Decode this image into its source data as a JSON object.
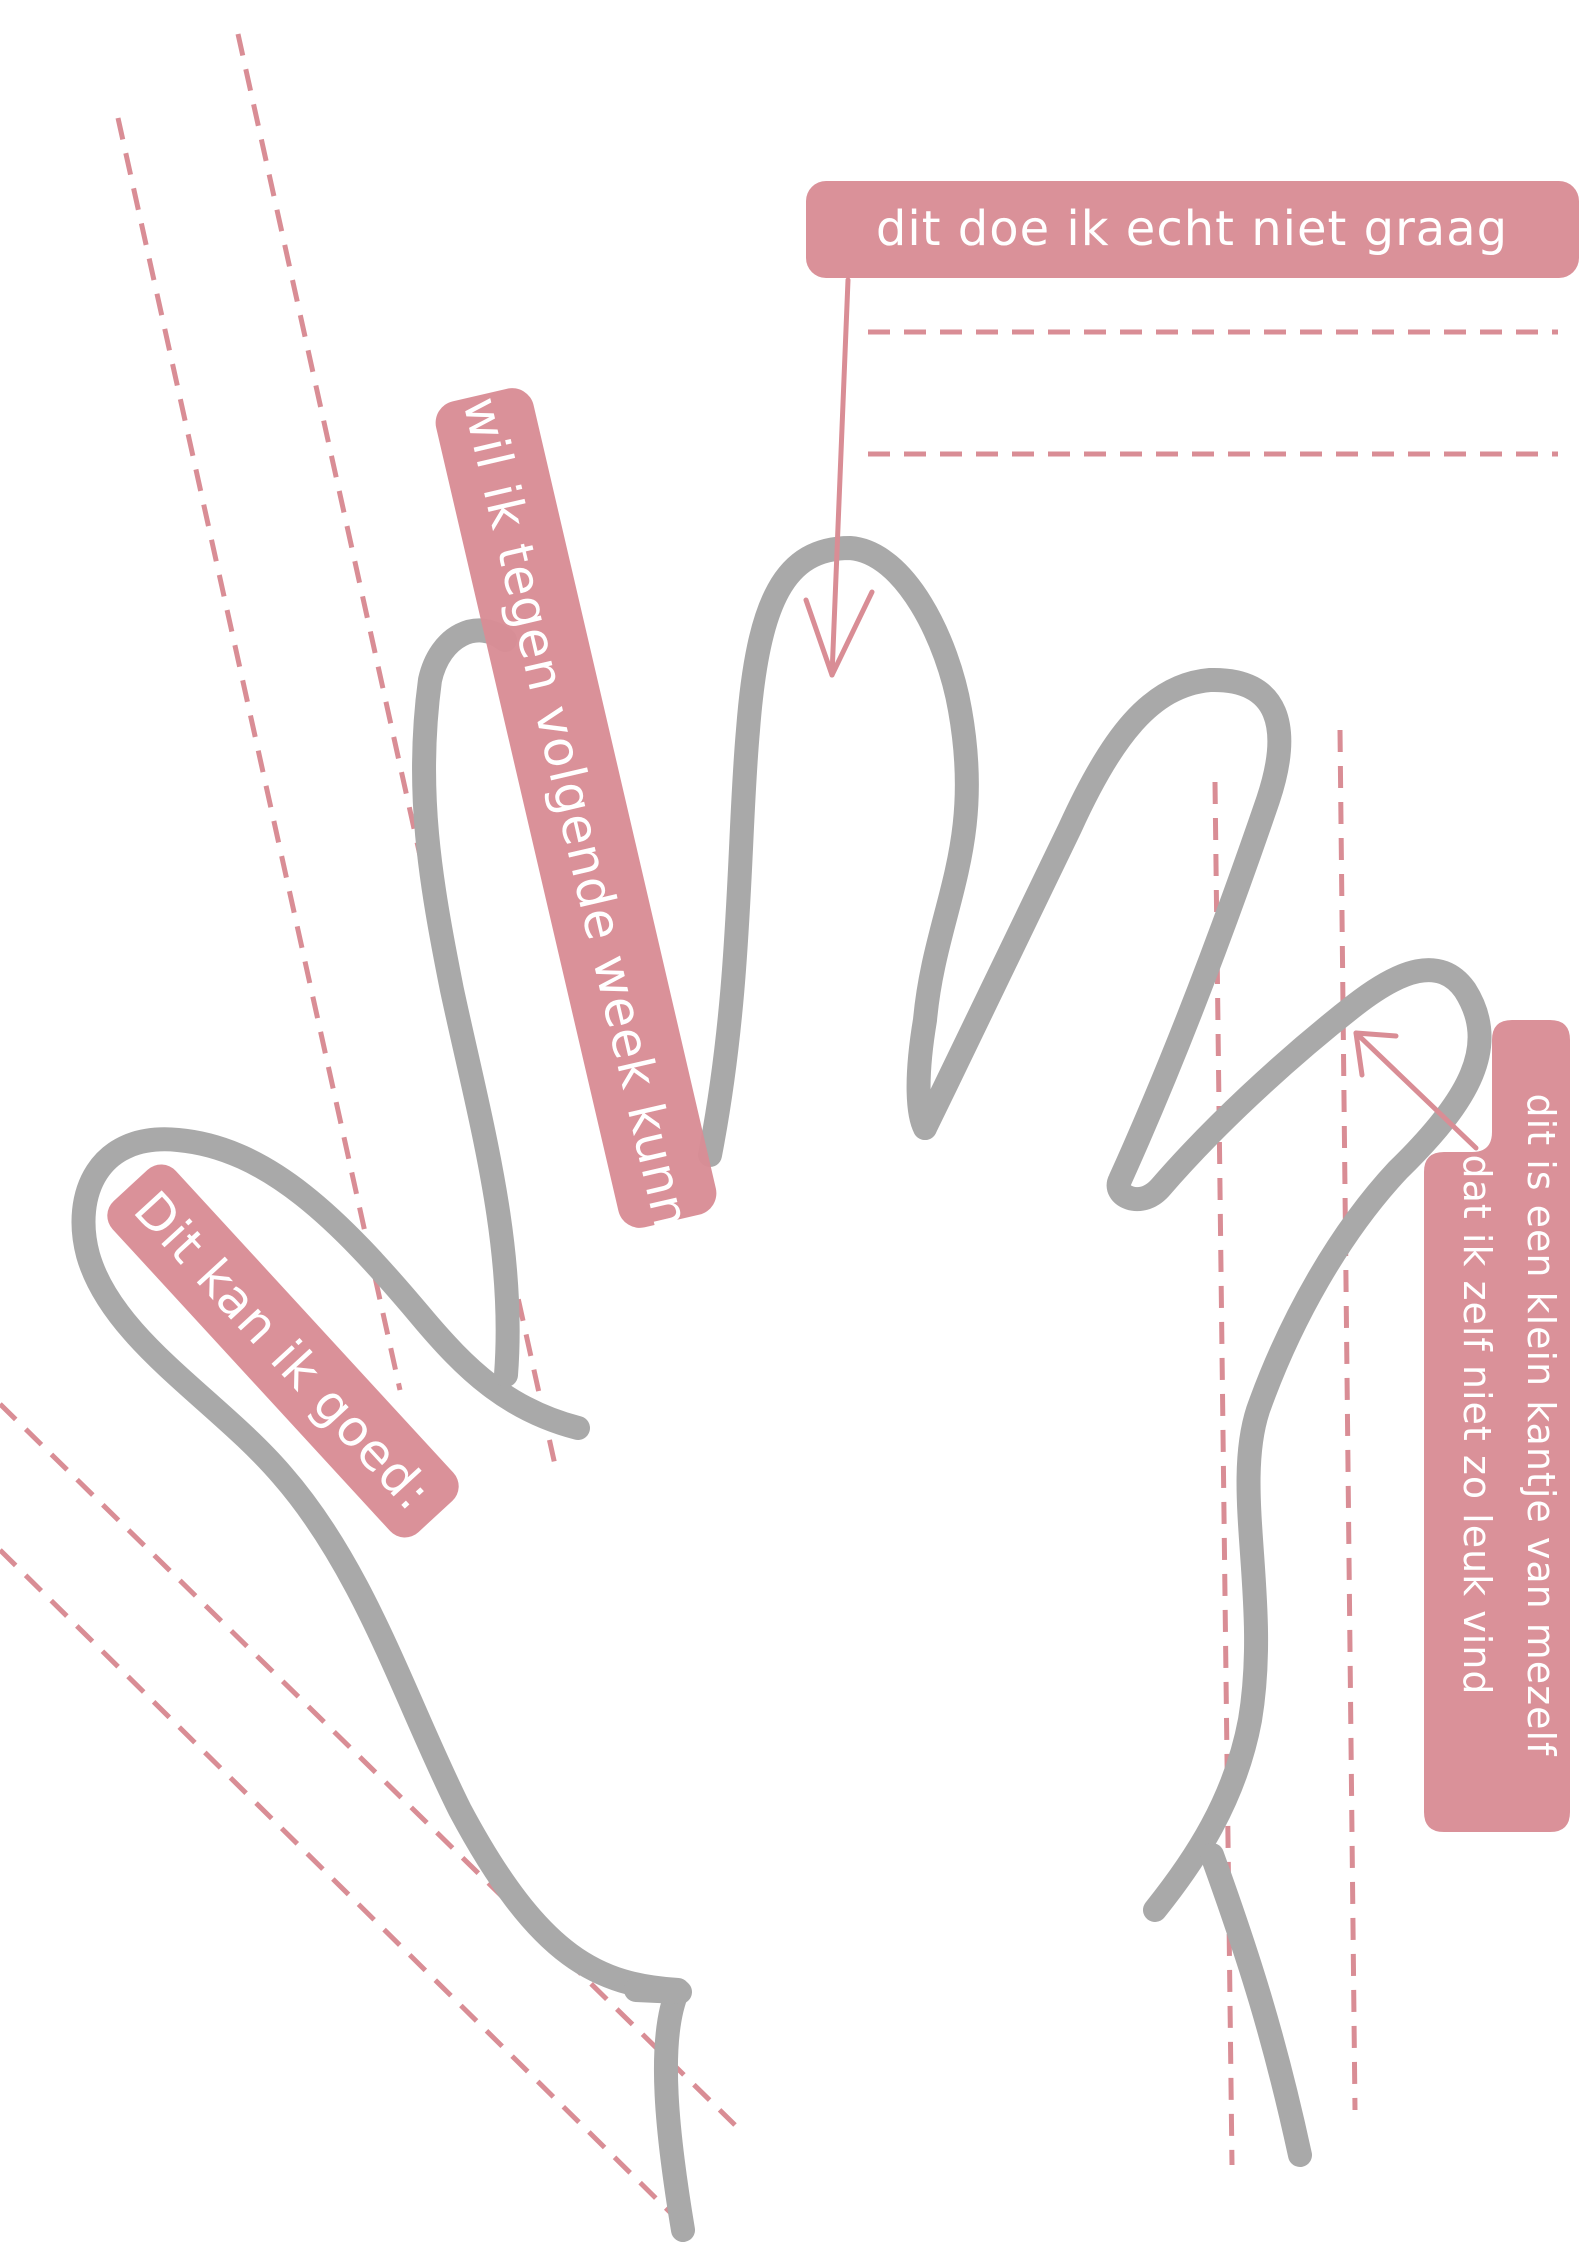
{
  "labels": {
    "top_right": "dit doe  ik echt niet graag",
    "long_finger": "Dit wil ik tegen volgende week kunnen:",
    "thumb": "Dit kan ik goed:",
    "right_line_1": "dit is een klein kantje  van mezelf",
    "right_line_2": "dat  ik zelf niet zo leuk vind"
  },
  "colors": {
    "accent": "#d98d95",
    "outline": "#a9a9a9",
    "text": "#ffffff",
    "background": "#ffffff"
  }
}
